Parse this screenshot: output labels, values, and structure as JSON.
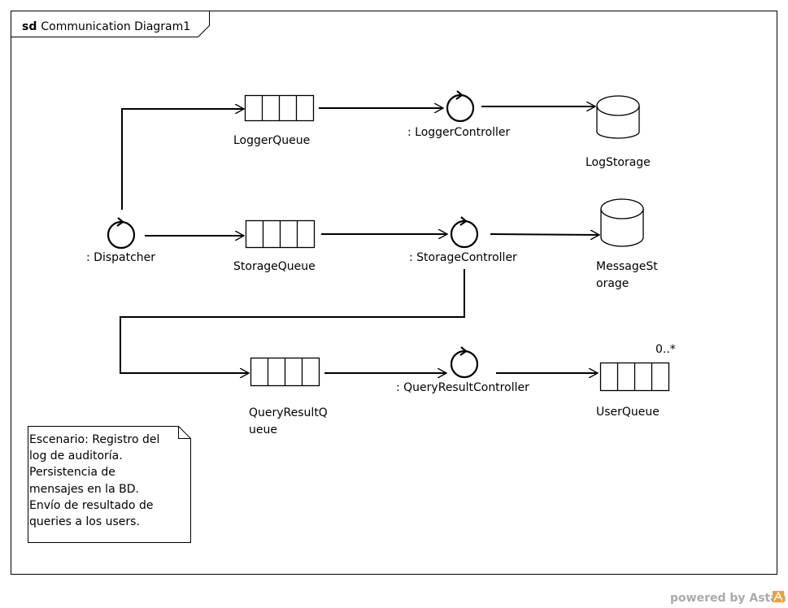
{
  "frame": {
    "keyword": "sd",
    "title": "Communication Diagram1"
  },
  "nodes": {
    "dispatcher": ": Dispatcher",
    "logger_queue": "LoggerQueue",
    "logger_controller": ": LoggerController",
    "log_storage": "LogStorage",
    "storage_queue": "StorageQueue",
    "storage_controller": ": StorageController",
    "message_storage": [
      "MessageSt",
      "orage"
    ],
    "query_result_queue": [
      "QueryResultQ",
      "ueue"
    ],
    "query_result_controller": ": QueryResultController",
    "user_queue": "UserQueue"
  },
  "multiplicity": "0..*",
  "note": [
    "Escenario: Registro del",
    "log de auditoría.",
    "Persistencia de",
    "mensajes en la BD.",
    "Envío de resultado de",
    "queries a los users."
  ],
  "footer": {
    "text": "powered by Astah",
    "accent": "#f0a030"
  }
}
